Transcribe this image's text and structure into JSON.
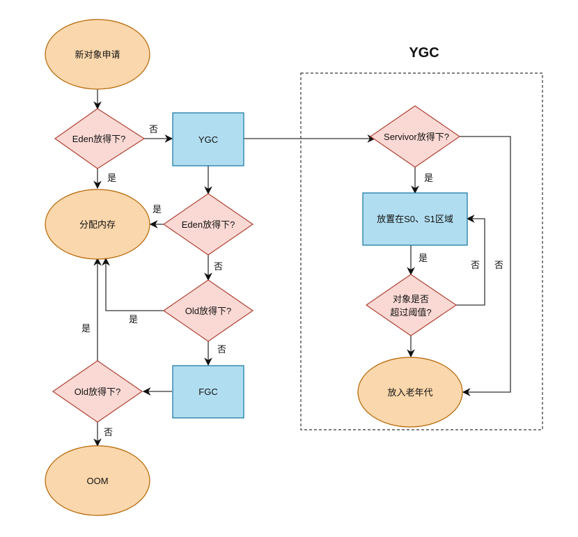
{
  "colors": {
    "ellipse_fill": "#fad7ac",
    "ellipse_stroke": "#b46504",
    "diamond_fill": "#fad9d5",
    "diamond_stroke": "#ae4132",
    "process_fill": "#b1ddf0",
    "process_stroke": "#10739e",
    "edge": "#333333"
  },
  "group": {
    "title": "YGC"
  },
  "nodes": {
    "new_object": "新对象申请",
    "eden_check_1": "Eden放得下?",
    "ygc": "YGC",
    "allocate": "分配内存",
    "eden_check_2": "Eden放得下?",
    "old_check_1": "Old放得下?",
    "fgc": "FGC",
    "old_check_2": "Old放得下?",
    "oom": "OOM",
    "survivor_check": "Servivor放得下?",
    "place_s0_s1": "放置在S0、S1区域",
    "threshold_line1": "对象是否",
    "threshold_line2": "超过阈值?",
    "to_old": "放入老年代"
  },
  "edges": {
    "eden1_no": "否",
    "eden1_yes": "是",
    "eden2_yes": "是",
    "eden2_no": "否",
    "old1_yes": "是",
    "old1_no": "否",
    "old2_yes": "是",
    "old2_no": "否",
    "survivor_yes": "是",
    "survivor_no": "否",
    "place_yes": "是",
    "threshold_no": "否"
  }
}
